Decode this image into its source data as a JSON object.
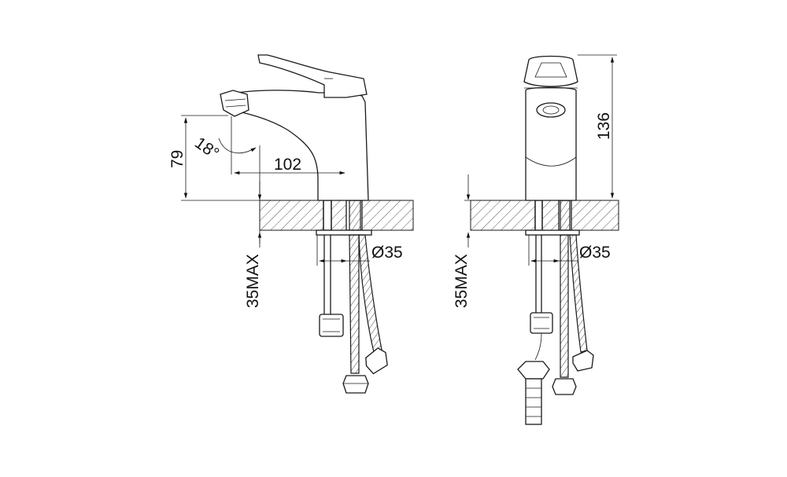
{
  "dimensions": {
    "angle": "18°",
    "height_spout": "79",
    "reach": "102",
    "diameter_left": "Ø35",
    "diameter_right": "Ø35",
    "max_thickness_left": "35MAX",
    "max_thickness_right": "35MAX",
    "total_height": "136"
  },
  "colors": {
    "line": "#1a1a1a",
    "background": "#ffffff"
  }
}
